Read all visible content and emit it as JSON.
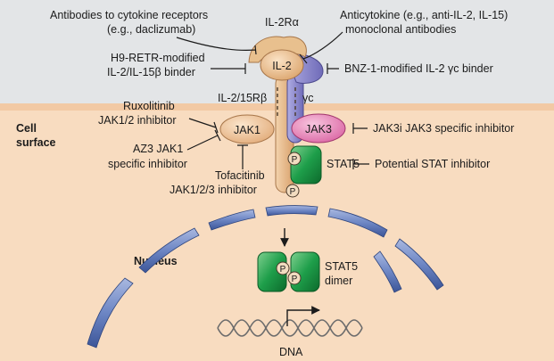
{
  "regions": {
    "cell_surface": "Cell surface",
    "nucleus": "Nucleus"
  },
  "receptor": {
    "il2ra": "IL-2Rα",
    "il2": "IL-2",
    "il2_15rb": "IL-2/15Rβ",
    "gamma_c": "γc"
  },
  "kinases": {
    "jak1": "JAK1",
    "jak3": "JAK3"
  },
  "stat": {
    "stat5": "STAT5",
    "dimer_line1": "STAT5",
    "dimer_line2": "dimer",
    "phospho": "P"
  },
  "dna": "DNA",
  "inhibitors": {
    "antibodies_receptors_line1": "Antibodies to cytokine receptors",
    "antibodies_receptors_line2": "(e.g., daclizumab)",
    "anticytokine_line1": "Anticytokine (e.g., anti-IL-2, IL-15)",
    "anticytokine_line2": "monoclonal antibodies",
    "h9retr_line1": "H9-RETR-modified",
    "h9retr_line2": "IL-2/IL-15β binder",
    "bnz1": "BNZ-1-modified IL-2 γc binder",
    "ruxolitinib_line1": "Ruxolitinib",
    "ruxolitinib_line2": "JAK1/2 inhibitor",
    "az3_line1": "AZ3 JAK1",
    "az3_line2": "specific inhibitor",
    "tofacitinib_line1": "Tofacitinib",
    "tofacitinib_line2": "JAK1/2/3 inhibitor",
    "jak3i": "JAK3i JAK3 specific inhibitor",
    "stat_inhibitor": "Potential STAT inhibitor"
  },
  "colors": {
    "extracellular": "#e3e5e7",
    "cytoplasm": "#f8dcc0",
    "membrane": "#f2c9a4",
    "il2ra_fill": "#e8c08e",
    "receptor_beta": "#e6b88a",
    "gamma_c": "#8f8ccf",
    "jak1": "#f0caa0",
    "jak3": "#ec8fbf",
    "stat5": "#1e9e4a",
    "nuclear_envelope": "#6d86c4"
  }
}
